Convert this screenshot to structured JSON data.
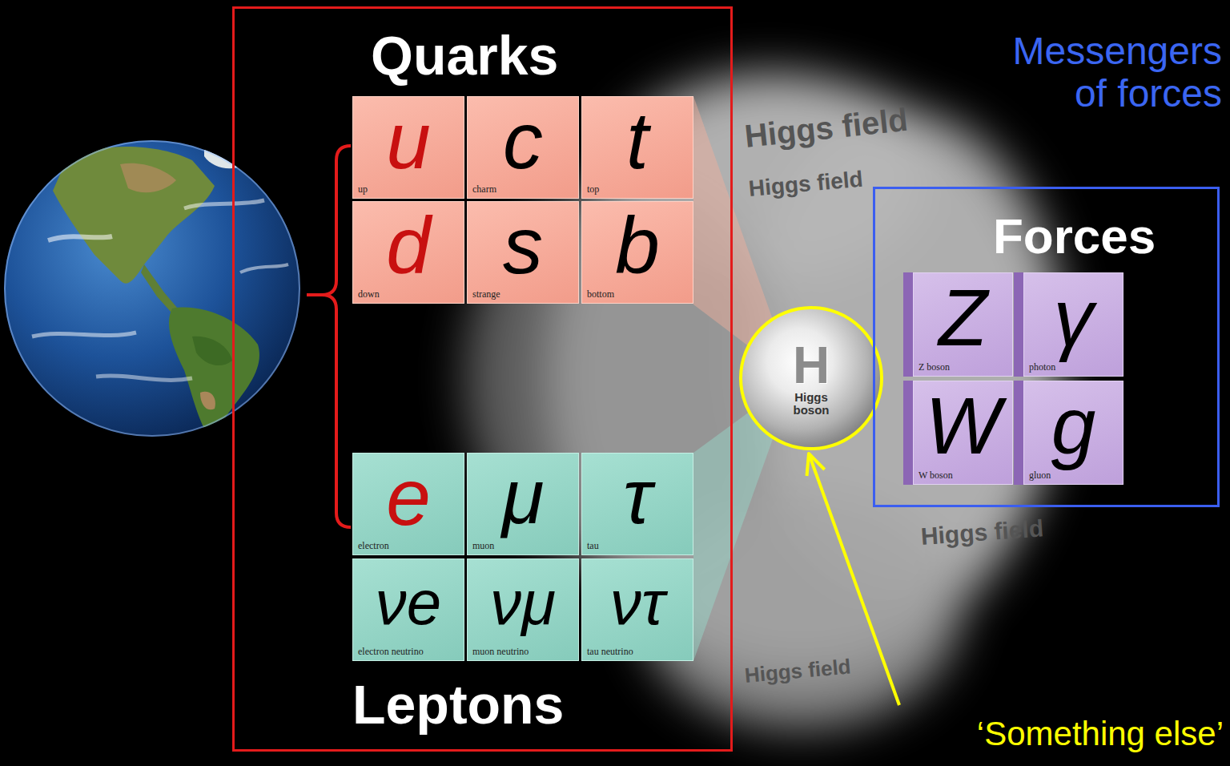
{
  "diagram": {
    "nodes": [
      {
        "text": [
          "Quarks",
          "Leptons"
        ]
      },
      {
        "text": [
          "u",
          "up"
        ],
        "in": 0
      },
      {
        "text": [
          "c",
          "charm"
        ],
        "in": 0
      },
      {
        "text": [
          "t",
          "top"
        ],
        "in": 0
      },
      {
        "text": [
          "d",
          "down"
        ],
        "in": 0
      },
      {
        "text": [
          "s",
          "strange"
        ],
        "in": 0
      },
      {
        "text": [
          "b",
          "bottom"
        ],
        "in": 0
      },
      {
        "text": [
          "e",
          "electron"
        ],
        "in": 0
      },
      {
        "text": [
          "μ",
          "muon"
        ],
        "in": 0
      },
      {
        "text": [
          "τ",
          "tau"
        ],
        "in": 0
      },
      {
        "text": [
          "νe",
          "electron neutrino"
        ],
        "in": 0
      },
      {
        "text": [
          "νμ",
          "muon neutrino"
        ],
        "in": 0
      },
      {
        "text": [
          "ντ",
          "tau neutrino"
        ],
        "in": 0
      },
      {
        "text": [
          "H",
          "Higgs boson"
        ]
      },
      {
        "text": [
          "Messengers of forces",
          "Forces"
        ]
      },
      {
        "text": [
          "Z",
          "Z boson"
        ],
        "in": 14
      },
      {
        "text": [
          "γ",
          "photon"
        ],
        "in": 14
      },
      {
        "text": [
          "W",
          "W boson"
        ],
        "in": 14
      },
      {
        "text": [
          "g",
          "gluon"
        ],
        "in": 14
      }
    ],
    "labels": [
      "Higgs field",
      "Higgs field",
      "Higgs field",
      "Higgs field",
      "‘Something else’"
    ]
  }
}
